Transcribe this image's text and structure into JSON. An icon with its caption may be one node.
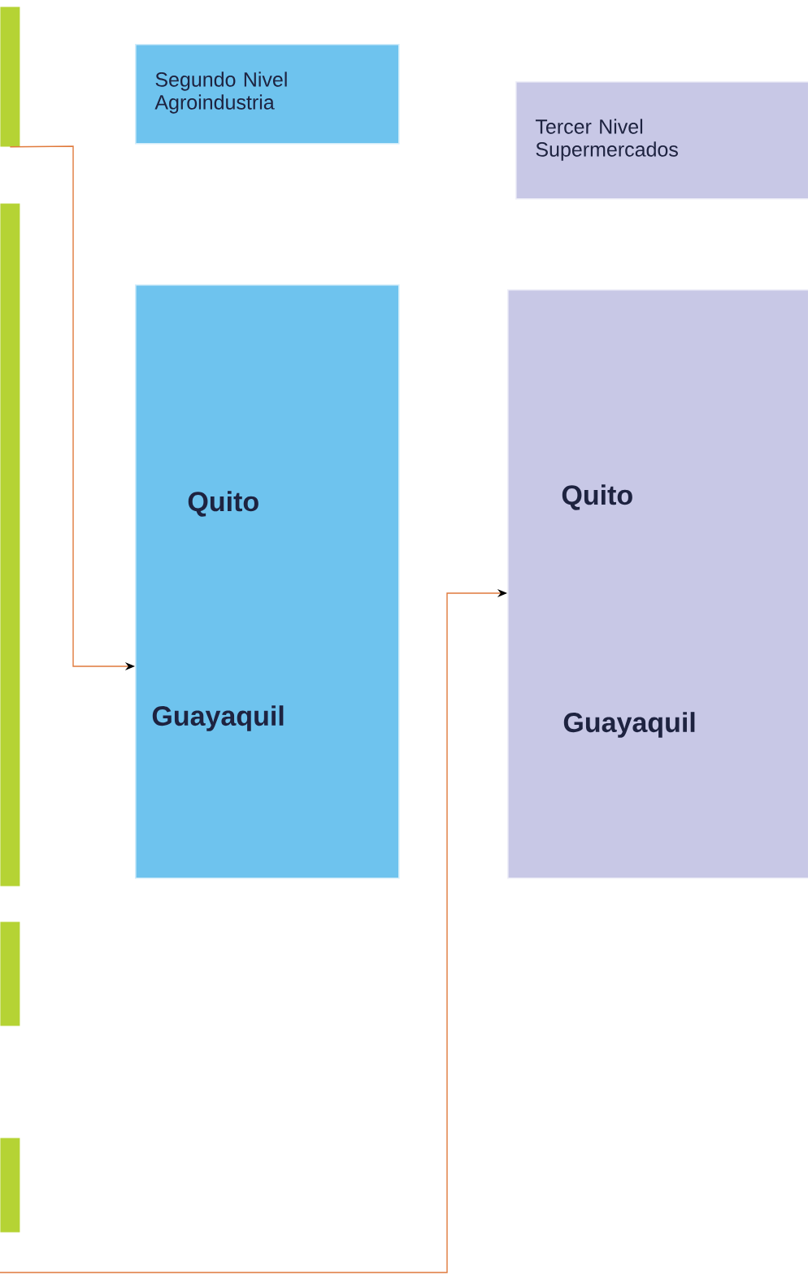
{
  "diagram": {
    "nodes": [
      {
        "text": [
          "Segundo Nivel Agroindustria"
        ]
      },
      {
        "text": [
          "Tercer Nivel Supermercados"
        ]
      },
      {
        "text": [
          "Quito",
          "Guayaquil"
        ]
      },
      {
        "text": [
          "Quito",
          "Guayaquil"
        ]
      },
      {
        "text": [],
        "shape": "bar"
      },
      {
        "text": [],
        "shape": "bar"
      },
      {
        "text": [],
        "shape": "bar"
      },
      {
        "text": [],
        "shape": "bar"
      }
    ],
    "edges": [
      {
        "from": 4,
        "to": 2,
        "arrow": "to"
      },
      {
        "from": null,
        "to": 3,
        "arrow": "to"
      }
    ]
  }
}
